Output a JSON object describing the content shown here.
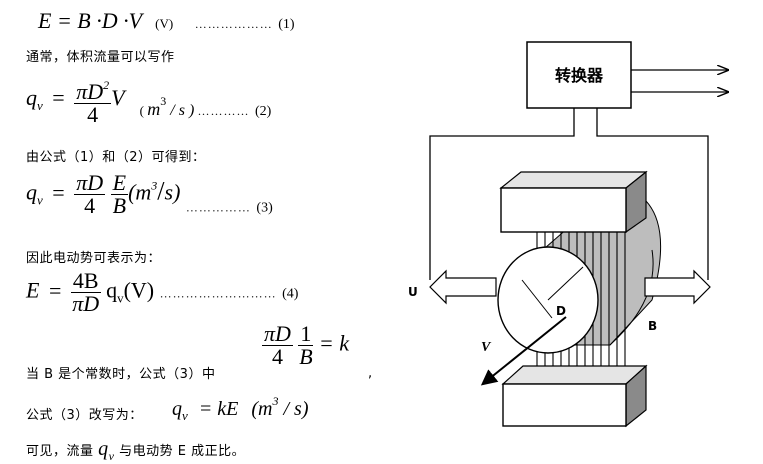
{
  "eq1": {
    "lhs": "E",
    "rhs": "= B ·D ·V",
    "unit": "(V)",
    "dots": "………………",
    "tag": "(1)"
  },
  "line_volume_flow": "通常，体积流量可以写作",
  "eq2": {
    "lhs": "q",
    "sub": "v",
    "eq": "=",
    "num": "πD",
    "num_sup": "2",
    "den": "4",
    "var": "V",
    "unit_open": "(",
    "unit_m": "m",
    "unit_sup": "3",
    "unit_rest": " / s )",
    "dots": "…………",
    "tag": "(2)"
  },
  "line_from_formula": "由公式（1）和（2）可得到：",
  "eq3": {
    "lhs": "q",
    "sub": "v",
    "eq": "=",
    "num1": "πD",
    "den1": "4",
    "num2": "E",
    "den2": "B",
    "unit": "(m",
    "unit_sup": "3",
    "unit_slash": "/",
    "unit_s": "s)",
    "dots": "……………",
    "tag": "(3)"
  },
  "line_emf": "因此电动势可表示为：",
  "eq4": {
    "lhs": "E",
    "eq": "=",
    "num": "4B",
    "den": "πD",
    "q": "q",
    "sub": "v",
    "arg": "(V)",
    "dots": "………………………",
    "tag": "(4)"
  },
  "eq5": {
    "num1": "πD",
    "den1": "4",
    "num2": "1",
    "den2": "B",
    "rhs": "= k"
  },
  "line_when_b": "当 B 是个常数时，公式（3）中",
  "comma": ",",
  "line_rewrite": "公式（3）改写为：",
  "eq6": {
    "lhs": "q",
    "sub": "v",
    "rhs": "= kE",
    "unit": "(m",
    "unit_sup": "3",
    "unit_rest": " / s)"
  },
  "line_conclusion_a": "可见，流量",
  "line_conclusion_q": "q",
  "line_conclusion_sub": "v",
  "line_conclusion_b": "与电动势 E 成正比。",
  "diagram": {
    "converter_label": "转换器",
    "label_u": "U",
    "label_d": "D",
    "label_b": "B",
    "label_v": "V"
  }
}
